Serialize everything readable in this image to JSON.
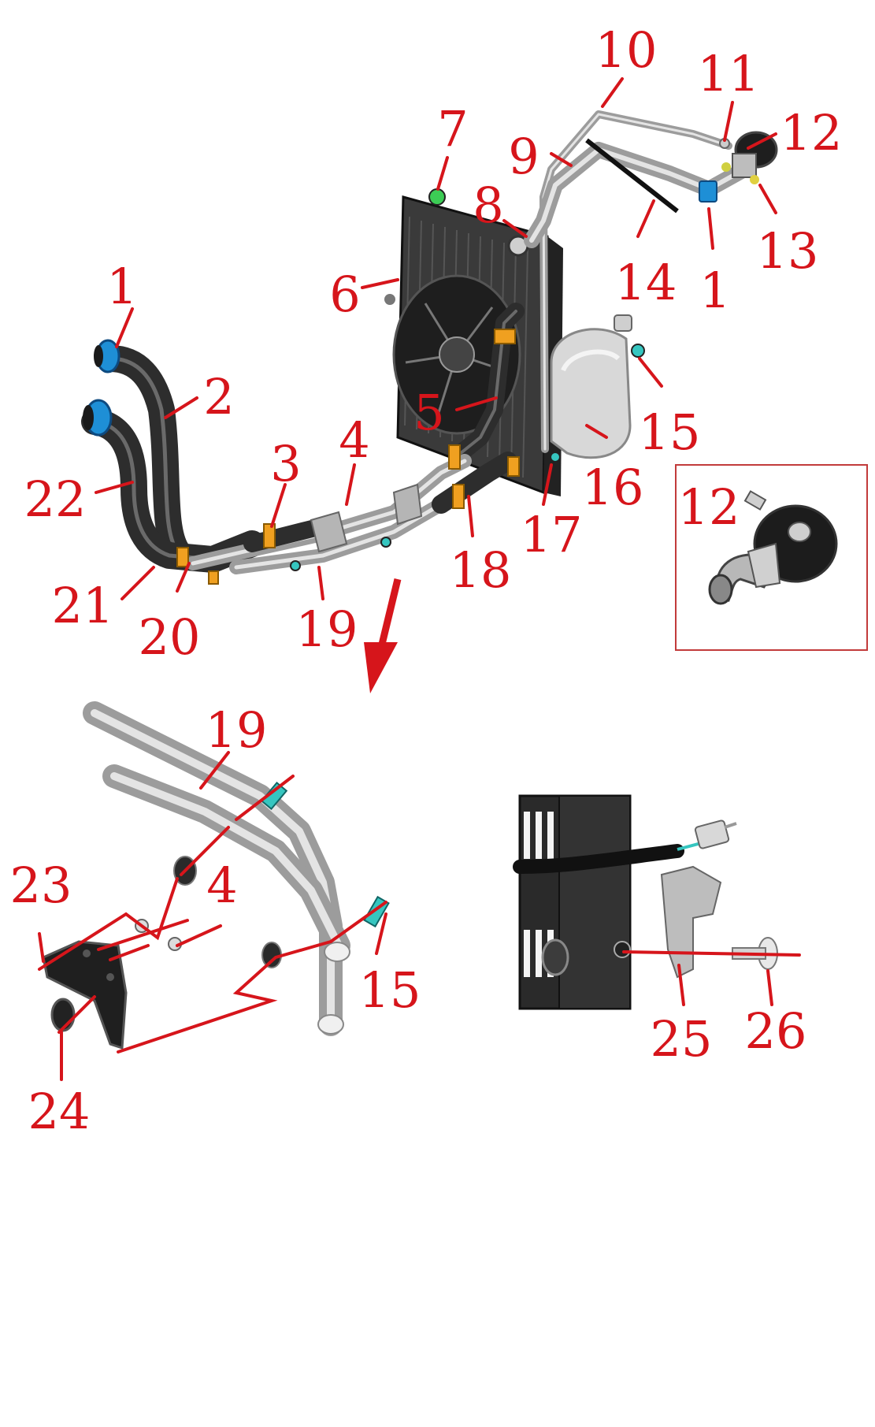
{
  "callouts_main": [
    "1",
    "2",
    "3",
    "4",
    "5",
    "6",
    "7",
    "8",
    "9",
    "10",
    "11",
    "12",
    "13",
    "14",
    "1",
    "15",
    "16",
    "17",
    "18",
    "19",
    "20",
    "21",
    "22"
  ],
  "inset": {
    "label": "12"
  },
  "detail_left": {
    "labels": [
      "19",
      "23",
      "4",
      "15",
      "24"
    ]
  },
  "detail_right": {
    "labels": [
      "25",
      "26"
    ]
  },
  "colors": {
    "callout": "#d6151b",
    "hose": "#2d2d2d",
    "pipe": "#b8b8b8",
    "clamp_blue": "#1e8fd6",
    "clamp_orange": "#f0a020",
    "bolt_cyan": "#36c6c0"
  }
}
